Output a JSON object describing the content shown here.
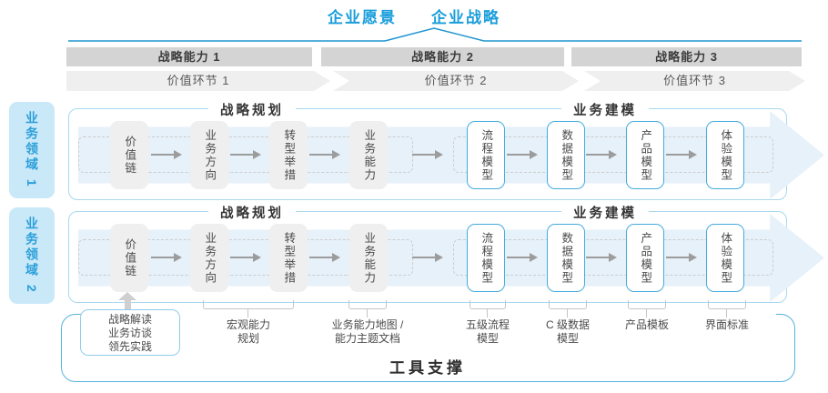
{
  "title": {
    "vision": "企业愿景",
    "strategy": "企业战略"
  },
  "capability_bars": [
    "战略能力 1",
    "战略能力 2",
    "战略能力 3"
  ],
  "value_link_bars": [
    "价值环节 1",
    "价值环节 2",
    "价值环节 3"
  ],
  "domains": [
    "业务领域 1",
    "业务领域 2"
  ],
  "rows": [
    {
      "planning_header": "战略规划",
      "modeling_header": "业务建模",
      "boxes": [
        "价值链",
        "业务方向",
        "转型举措",
        "业务能力",
        "流程模型",
        "数据模型",
        "产品模型",
        "体验模型"
      ]
    },
    {
      "planning_header": "战略规划",
      "modeling_header": "业务建模",
      "boxes": [
        "价值链",
        "业务方向",
        "转型举措",
        "业务能力",
        "流程模型",
        "数据模型",
        "产品模型",
        "体验模型"
      ]
    }
  ],
  "annotations": {
    "interview_box": [
      "战略解读",
      "业务访谈",
      "领先实践"
    ],
    "labels": [
      {
        "l1": "宏观能力",
        "l2": "规划"
      },
      {
        "l1": "业务能力地图 /",
        "l2": "能力主题文档"
      },
      {
        "l1": "五级流程",
        "l2": "模型"
      },
      {
        "l1": "C 级数据",
        "l2": "模型"
      },
      {
        "l1": "产品模板",
        "l2": ""
      },
      {
        "l1": "界面标准",
        "l2": ""
      }
    ]
  },
  "footer": {
    "label": "工具支撑"
  },
  "colors": {
    "accent_blue": "#1a9edb",
    "domain_bg": "#c9e8f8",
    "capability_bar_bg": "#d4d4d4",
    "value_link_bg": "#efefef",
    "panel_border": "#a8d8ef",
    "flow_band": "#e6f1fa",
    "model_box_border": "#45abdc",
    "tool_container_border": "#56b3de"
  }
}
